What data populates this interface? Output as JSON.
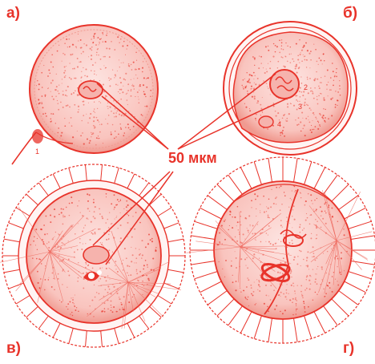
{
  "panels": {
    "a": {
      "label": "а)"
    },
    "b": {
      "label": "б)"
    },
    "v": {
      "label": "в)"
    },
    "g": {
      "label": "г)"
    }
  },
  "scale": {
    "label": "50 мкм"
  },
  "annotations": {
    "num1": "1",
    "num2": "2",
    "num3": "3",
    "num4": "4"
  },
  "colors": {
    "ink": "#e8332a",
    "stipple": "#ee6a5f",
    "light": "#f6b3ad"
  }
}
